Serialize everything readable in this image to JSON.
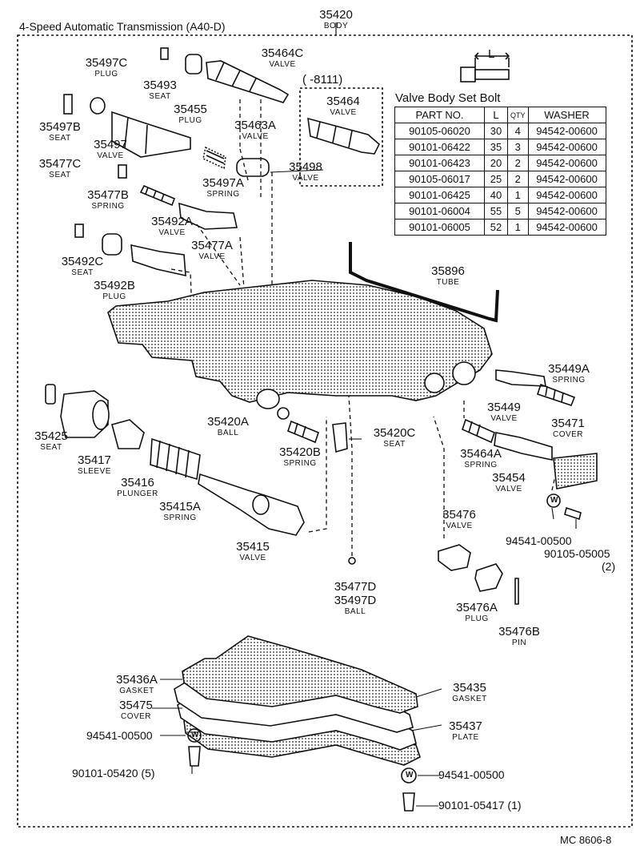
{
  "header": {
    "title": "4-Speed Automatic Transmission (A40-D)",
    "body_number": "35420",
    "body_caption": "BODY"
  },
  "parts": {
    "p35497C": {
      "num": "35497C",
      "cap": "PLUG"
    },
    "p35493": {
      "num": "35493",
      "cap": "SEAT"
    },
    "p35464C": {
      "num": "35464C",
      "cap": "VALVE"
    },
    "p35497B": {
      "num": "35497B",
      "cap": "SEAT"
    },
    "p35455": {
      "num": "35455",
      "cap": "PLUG"
    },
    "p35463A": {
      "num": "35463A",
      "cap": "VALVE"
    },
    "p35497": {
      "num": "35497",
      "cap": "VALVE"
    },
    "p35477C": {
      "num": "35477C",
      "cap": "SEAT"
    },
    "p35497A": {
      "num": "35497A",
      "cap": "SPRING"
    },
    "p35498": {
      "num": "35498",
      "cap": "VALVE"
    },
    "p35477B": {
      "num": "35477B",
      "cap": "SPRING"
    },
    "p35492A": {
      "num": "35492A",
      "cap": "VALVE"
    },
    "p35477A": {
      "num": "35477A",
      "cap": "VALVE"
    },
    "p35492C": {
      "num": "35492C",
      "cap": "SEAT"
    },
    "p35492B": {
      "num": "35492B",
      "cap": "PLUG"
    },
    "p35896": {
      "num": "35896",
      "cap": "TUBE"
    },
    "p35449A": {
      "num": "35449A",
      "cap": "SPRING"
    },
    "p35449": {
      "num": "35449",
      "cap": "VALVE"
    },
    "p35471": {
      "num": "35471",
      "cap": "COVER"
    },
    "p35420A": {
      "num": "35420A",
      "cap": "BALL"
    },
    "p35420C": {
      "num": "35420C",
      "cap": "SEAT"
    },
    "p35420B": {
      "num": "35420B",
      "cap": "SPRING"
    },
    "p35464A": {
      "num": "35464A",
      "cap": "SPRING"
    },
    "p35454": {
      "num": "35454",
      "cap": "VALVE"
    },
    "p35425": {
      "num": "35425",
      "cap": "SEAT"
    },
    "p35417": {
      "num": "35417",
      "cap": "SLEEVE"
    },
    "p35416": {
      "num": "35416",
      "cap": "PLUNGER"
    },
    "p35415A": {
      "num": "35415A",
      "cap": "SPRING"
    },
    "p35415": {
      "num": "35415",
      "cap": "VALVE"
    },
    "p35476": {
      "num": "35476",
      "cap": "VALVE"
    },
    "p35476A": {
      "num": "35476A",
      "cap": "PLUG"
    },
    "p35476B": {
      "num": "35476B",
      "cap": "PIN"
    },
    "p35477D": {
      "num": "35477D",
      "num2": "35497D",
      "cap": "BALL"
    },
    "p35436A": {
      "num": "35436A",
      "cap": "GASKET"
    },
    "p35475": {
      "num": "35475",
      "cap": "COVER"
    },
    "p35435": {
      "num": "35435",
      "cap": "GASKET"
    },
    "p35437": {
      "num": "35437",
      "cap": "PLATE"
    }
  },
  "inset": {
    "range_text": "(    -8111)",
    "num": "35464",
    "cap": "VALVE"
  },
  "bolt_dim_label": "L",
  "washer_labels": {
    "w_right": "94541-00500",
    "bolt_right": "90105-05005",
    "bolt_right_qty": "(2)",
    "w_left": "94541-00500",
    "bolt_left": "90101-05420 (5)",
    "w_bottom": "94541-00500",
    "bolt_bottom": "90101-05417 (1)",
    "washer_symbol": "W"
  },
  "set_bolt_table": {
    "title": "Valve Body Set Bolt",
    "headers": [
      "PART NO.",
      "L",
      "QTY",
      "WASHER"
    ],
    "rows": [
      [
        "90105-06020",
        "30",
        "4",
        "94542-00600"
      ],
      [
        "90101-06422",
        "35",
        "3",
        "94542-00600"
      ],
      [
        "90101-06423",
        "20",
        "2",
        "94542-00600"
      ],
      [
        "90105-06017",
        "25",
        "2",
        "94542-00600"
      ],
      [
        "90101-06425",
        "40",
        "1",
        "94542-00600"
      ],
      [
        "90101-06004",
        "55",
        "5",
        "94542-00600"
      ],
      [
        "90101-06005",
        "52",
        "1",
        "94542-00600"
      ]
    ]
  },
  "footer_code": "MC  8606-8"
}
